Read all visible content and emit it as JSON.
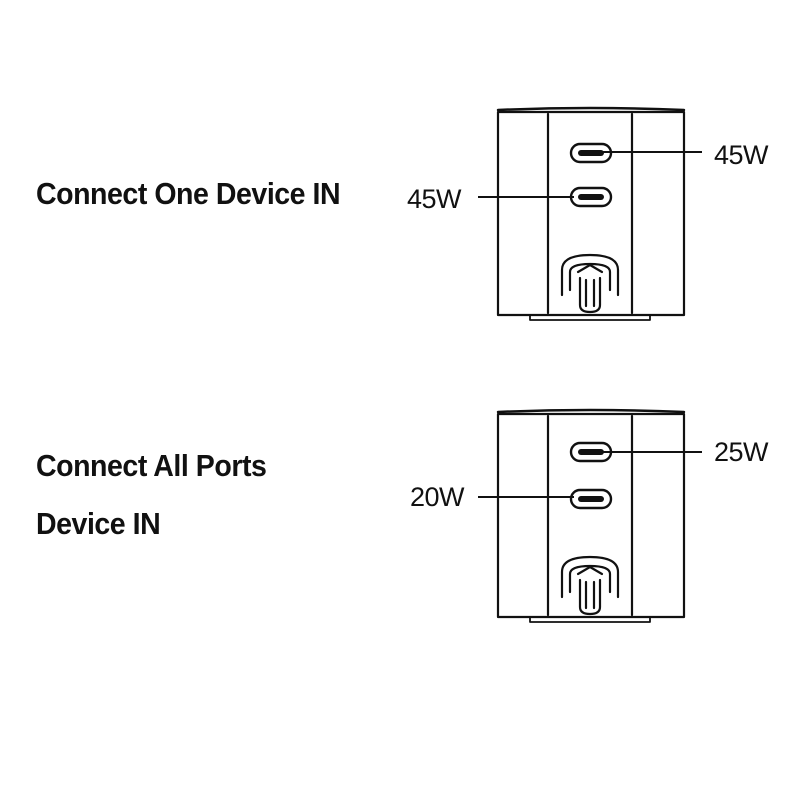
{
  "scenarios": [
    {
      "heading_lines": [
        "Connect One Device IN"
      ],
      "port_top_wattage": "45W",
      "port_bottom_wattage": "45W"
    },
    {
      "heading_lines": [
        "Connect All Ports",
        "Device IN"
      ],
      "port_top_wattage": "25W",
      "port_bottom_wattage": "20W"
    }
  ],
  "colors": {
    "line": "#111111",
    "text": "#111111",
    "background": "#ffffff"
  },
  "icons": {
    "charger": "charger-device-icon",
    "usb_c_port": "usb-c-port-icon"
  }
}
